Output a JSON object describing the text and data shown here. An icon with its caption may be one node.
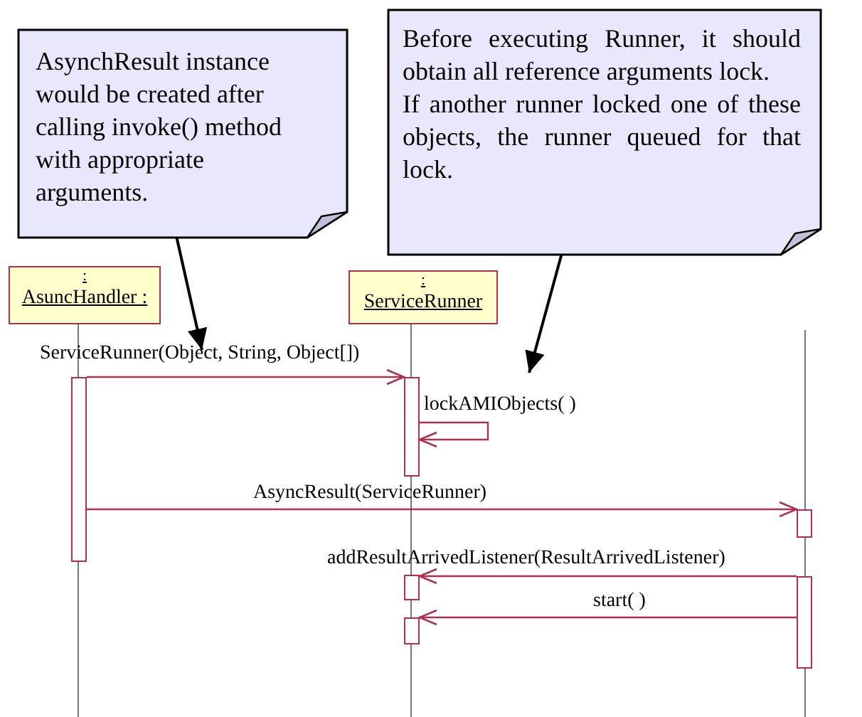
{
  "diagram": {
    "nodes": [
      {
        "text": [
          "AsynchResult instance would be created after calling invoke() method with appropriate arguments."
        ]
      },
      {
        "text": [
          "Before executing Runner, it should obtain all reference arguments lock.",
          "If another runner locked one of these objects, the runner queued for that lock."
        ]
      },
      {
        "text": [
          ":",
          "AsuncHandler :"
        ]
      },
      {
        "text": [
          ":",
          "ServiceRunner"
        ]
      },
      {
        "text": [],
        "shape": "bar"
      },
      {
        "text": [],
        "shape": "bar"
      },
      {
        "text": [],
        "shape": "bar"
      },
      {
        "text": [],
        "shape": "bar"
      },
      {
        "text": [],
        "shape": "bar"
      },
      {
        "text": [],
        "shape": "bar"
      }
    ],
    "edges": [
      {
        "from": 0,
        "to": null,
        "arrow": "to",
        "color": "#000000"
      },
      {
        "from": 1,
        "to": null,
        "arrow": "to",
        "color": "#000000"
      },
      {
        "from": 4,
        "to": 5,
        "arrow": "to",
        "label": "ServiceRunner(Object, String, Object[])"
      },
      {
        "from": 5,
        "to": 5,
        "arrow": "to",
        "label": "lockAMIObjects( )"
      },
      {
        "from": 4,
        "to": 6,
        "arrow": "to",
        "label": "AsyncResult(ServiceRunner)"
      },
      {
        "from": 8,
        "to": 7,
        "arrow": "to",
        "label": "addResultArrivedListener(ResultArrivedListener)"
      },
      {
        "from": 8,
        "to": 9,
        "arrow": "to",
        "label": "start( )"
      }
    ]
  }
}
